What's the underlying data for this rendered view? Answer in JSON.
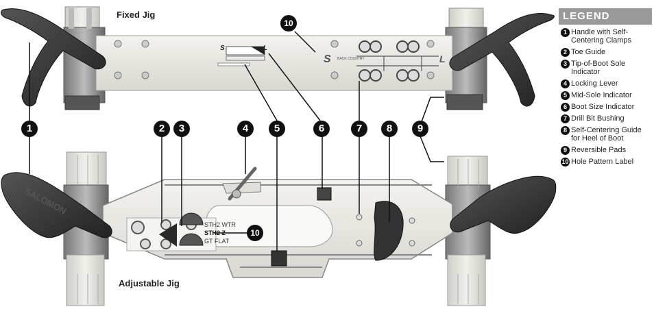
{
  "labels": {
    "fixed_jig": "Fixed Jig",
    "adjustable_jig": "Adjustable Jig"
  },
  "fixed_jig_plate": {
    "size_left": "S",
    "size_right": "L",
    "plate_s": "S",
    "plate_l": "L",
    "backcountry": "BACK COUNTRY"
  },
  "adjustable_jig_plate": {
    "brand": "SALOMON",
    "row1": "STH2  WTR",
    "row2": "STH2  Z",
    "row3": "GT  FLAT"
  },
  "callouts": [
    "1",
    "2",
    "3",
    "4",
    "5",
    "6",
    "7",
    "8",
    "9",
    "10"
  ],
  "legend": {
    "title": "LEGEND",
    "items": [
      {
        "num": "1",
        "text": "Handle with Self-Centering Clamps"
      },
      {
        "num": "2",
        "text": "Toe Guide"
      },
      {
        "num": "3",
        "text": "Tip-of-Boot Sole Indicator"
      },
      {
        "num": "4",
        "text": "Locking Lever"
      },
      {
        "num": "5",
        "text": "Mid-Sole Indicator"
      },
      {
        "num": "6",
        "text": "Boot Size Indicator"
      },
      {
        "num": "7",
        "text": "Drill Bit Bushing"
      },
      {
        "num": "8",
        "text": "Self-Centering Guide for Heel of Boot"
      },
      {
        "num": "9",
        "text": "Reversible Pads"
      },
      {
        "num": "10",
        "text": "Hole Pattern Label"
      }
    ]
  },
  "colors": {
    "plate": "#e8e6e0",
    "handle": "#3a3a3a",
    "pad": "#e2e2dc",
    "callout": "#111111",
    "legend_header": "#9a9a9a"
  }
}
